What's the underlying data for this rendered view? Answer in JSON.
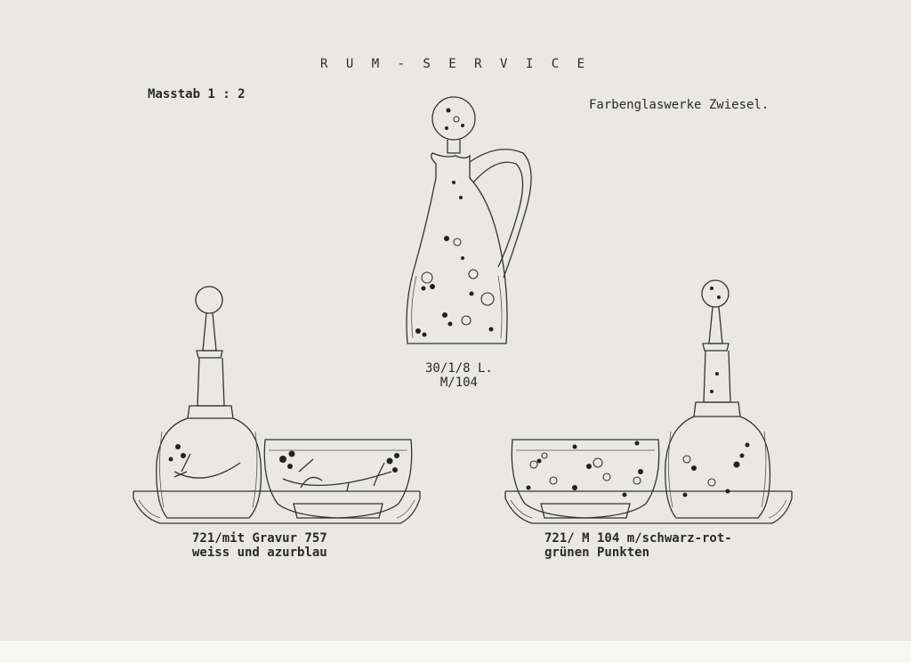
{
  "header": {
    "title": "R U M - S E R V I C E",
    "scale": "Masstab 1 : 2",
    "maker": "Farbenglaswerke Zwiesel."
  },
  "items": {
    "center": {
      "line1": "30/1/8 L.",
      "line2": "M/104"
    },
    "left": {
      "line1": "721/mit Gravur 757",
      "line2": "weiss und azurblau"
    },
    "right": {
      "line1": "721/ M 104 m/schwarz-rot-",
      "line2": "grünen Punkten"
    }
  }
}
